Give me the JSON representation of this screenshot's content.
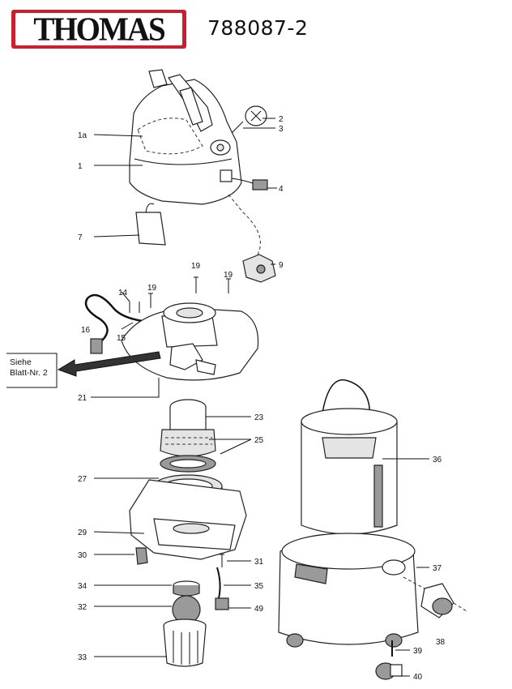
{
  "header": {
    "brand": "THOMAS",
    "model_number": "788087-2"
  },
  "reference": {
    "line1": "Siehe",
    "line2": "Blatt-Nr. 2"
  },
  "labels": [
    "1a",
    "1",
    "2",
    "3",
    "4",
    "7",
    "9",
    "19",
    "19",
    "19",
    "14",
    "15",
    "16",
    "21",
    "23",
    "25",
    "27",
    "29",
    "30",
    "31",
    "34",
    "35",
    "32",
    "49",
    "33",
    "36",
    "37",
    "38",
    "39",
    "40"
  ]
}
